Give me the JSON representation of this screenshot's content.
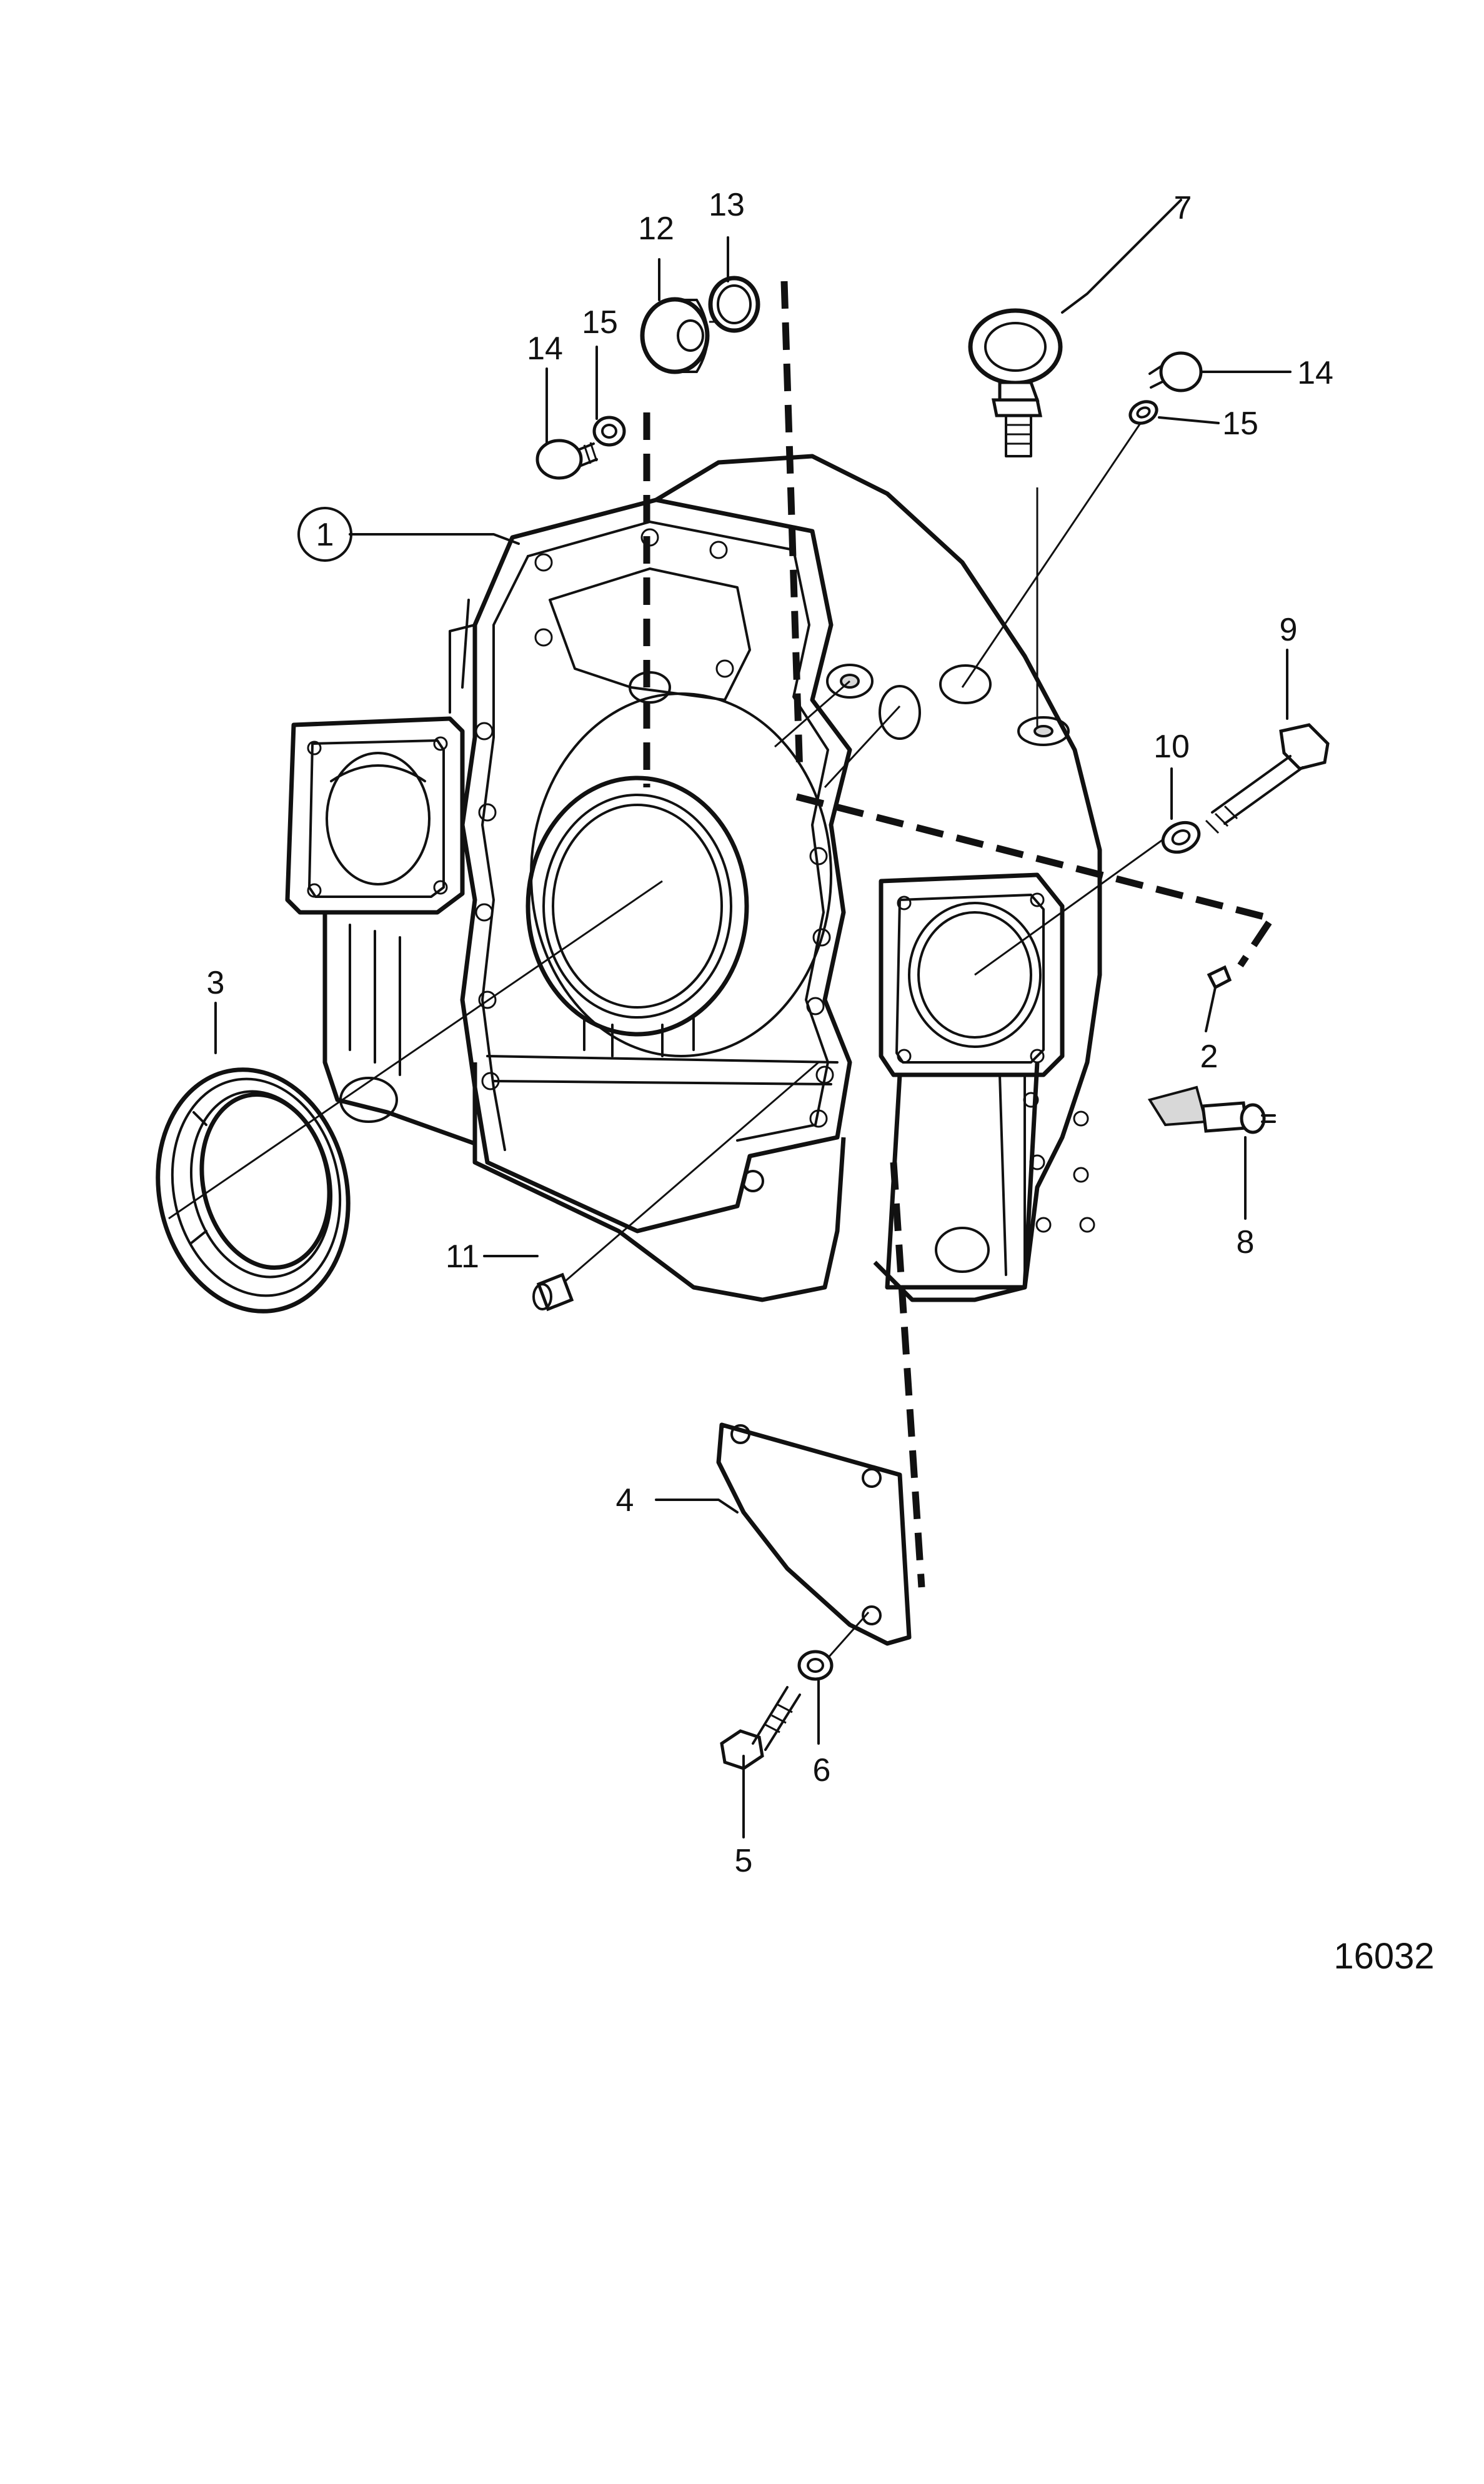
{
  "diagram": {
    "figure_number": "16032",
    "callouts": {
      "c1": "1",
      "c2": "2",
      "c3": "3",
      "c4": "4",
      "c5": "5",
      "c6": "6",
      "c7": "7",
      "c8": "8",
      "c9": "9",
      "c10": "10",
      "c11": "11",
      "c12": "12",
      "c13": "13",
      "c14a": "14",
      "c15a": "15",
      "c14b": "14",
      "c15b": "15"
    }
  }
}
